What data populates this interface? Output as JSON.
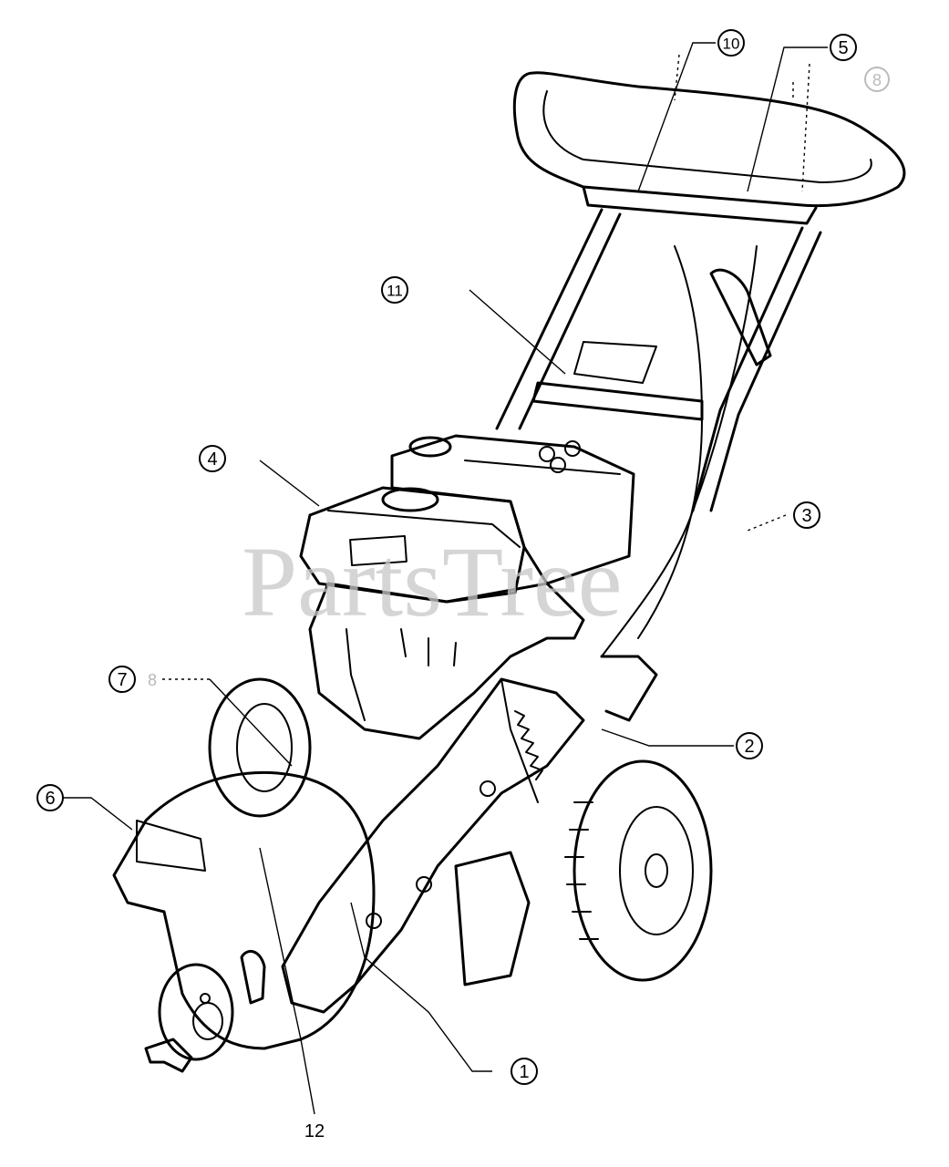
{
  "diagram": {
    "watermark": "PartsTree",
    "callouts": [
      {
        "id": "1",
        "label": "1"
      },
      {
        "id": "2",
        "label": "2"
      },
      {
        "id": "3",
        "label": "3"
      },
      {
        "id": "4",
        "label": "4"
      },
      {
        "id": "5",
        "label": "5"
      },
      {
        "id": "6",
        "label": "6"
      },
      {
        "id": "7",
        "label": "7"
      },
      {
        "id": "8a",
        "label": "8"
      },
      {
        "id": "8b",
        "label": "8"
      },
      {
        "id": "10",
        "label": "10"
      },
      {
        "id": "11",
        "label": "11"
      },
      {
        "id": "12",
        "label": "12"
      }
    ]
  }
}
